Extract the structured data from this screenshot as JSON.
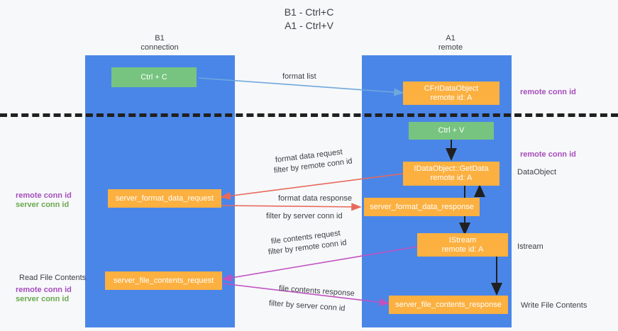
{
  "diagram": {
    "title_line1": "B1 - Ctrl+C",
    "title_line2": "A1 - Ctrl+V",
    "colors": {
      "lane": "#4a86e8",
      "green_node": "#76c47f",
      "orange_node": "#fbb040",
      "remote_conn_id": "#a64dbb",
      "server_conn_id": "#6aa84f",
      "separator": "#20201f",
      "background": "#f7f8fa",
      "arrow_blue": "#6fa8dc",
      "arrow_red": "#e8695c",
      "arrow_magenta": "#c052c0",
      "arrow_black": "#20201f"
    },
    "lanes": [
      {
        "id": "b1",
        "title_line1": "B1",
        "title_line2": "connection"
      },
      {
        "id": "a1",
        "title_line1": "A1",
        "title_line2": "remote"
      }
    ],
    "nodes": [
      {
        "id": "ctrl-c",
        "line1": "Ctrl + C",
        "line2": ""
      },
      {
        "id": "cfr-idataobject",
        "line1": "CFrIDataObject",
        "line2": "remote id: A"
      },
      {
        "id": "ctrl-v",
        "line1": "Ctrl + V",
        "line2": ""
      },
      {
        "id": "idataobject-getdata",
        "line1": "IDataObject::GetData",
        "line2": "remote id: A"
      },
      {
        "id": "server-format-data-request",
        "line1": "server_format_data_request",
        "line2": ""
      },
      {
        "id": "server-format-data-response",
        "line1": "server_format_data_response",
        "line2": ""
      },
      {
        "id": "istream",
        "line1": "IStream",
        "line2": "remote id: A"
      },
      {
        "id": "server-file-contents-request",
        "line1": "server_file_contents_request",
        "line2": ""
      },
      {
        "id": "server-file-contents-response",
        "line1": "server_file_contents_response",
        "line2": ""
      }
    ],
    "edge_labels": {
      "format_list": "format list",
      "format_data_request": "format data request",
      "format_data_response": "format data response",
      "file_contents_request": "file contents request",
      "file_contents_response": "file contents response",
      "filter_by": "filter by",
      "remote_conn_id": "remote conn id",
      "server_conn_id": "server conn id"
    },
    "side_labels": {
      "remote_conn_id_top": "remote conn id",
      "remote_conn_id_mid": "remote conn id",
      "data_object": "DataObject",
      "istream": "Istream",
      "write_file_contents": "Write File Contents",
      "read_file_contents": "Read File Contents",
      "left_remote_conn_id_mid": "remote conn id",
      "left_server_conn_id_mid": "server conn id",
      "left_remote_conn_id_bottom": "remote conn id",
      "left_server_conn_id_bottom": "server conn id"
    }
  }
}
